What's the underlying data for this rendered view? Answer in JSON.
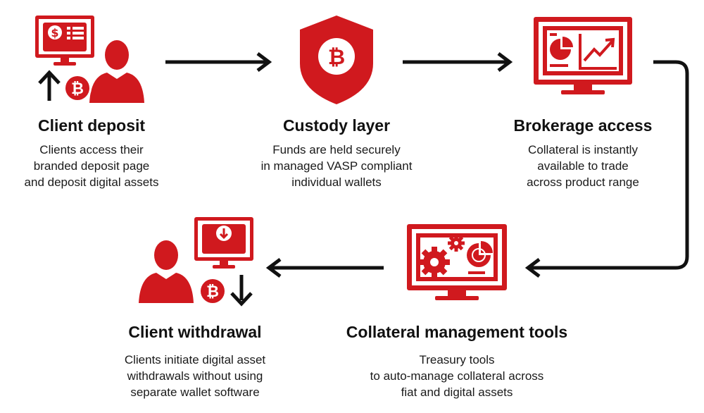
{
  "colors": {
    "accent": "#d0191e",
    "ink": "#111111",
    "white": "#ffffff"
  },
  "steps": [
    {
      "id": "client-deposit",
      "icons": [
        "monitor-dollar-icon",
        "person-icon",
        "bitcoin-coin-icon",
        "arrow-up-icon"
      ],
      "title": "Client deposit",
      "desc": [
        "Clients access their",
        "branded deposit page",
        "and deposit digital assets"
      ]
    },
    {
      "id": "custody-layer",
      "icons": [
        "shield-bitcoin-icon"
      ],
      "title": "Custody layer",
      "desc": [
        "Funds are held securely",
        "in managed VASP compliant",
        "individual wallets"
      ]
    },
    {
      "id": "brokerage-access",
      "icons": [
        "monitor-chart-icon"
      ],
      "title": "Brokerage access",
      "desc": [
        "Collateral is instantly",
        "available to trade",
        "across product range"
      ]
    },
    {
      "id": "collateral-management",
      "icons": [
        "monitor-gears-icon"
      ],
      "title": "Collateral management tools",
      "desc": [
        "Treasury tools",
        "to auto-manage collateral across",
        "fiat and digital assets"
      ]
    },
    {
      "id": "client-withdrawal",
      "icons": [
        "monitor-download-icon",
        "person-icon",
        "bitcoin-coin-icon",
        "arrow-down-icon"
      ],
      "title": "Client withdrawal",
      "desc": [
        "Clients initiate digital asset",
        "withdrawals without using",
        "separate wallet software"
      ]
    }
  ],
  "glyphs": {
    "bitcoin": "₿",
    "dollar": "$"
  }
}
